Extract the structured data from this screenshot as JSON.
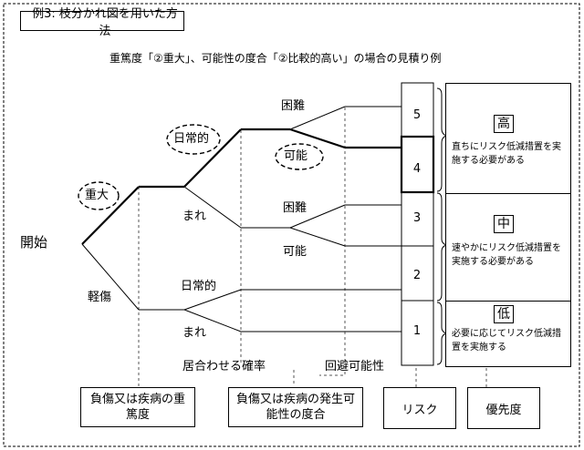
{
  "header": {
    "example_title": "例3: 枝分かれ図を用いた方法",
    "subtitle": "重篤度「②重大」、可能性の度合「②比較的高い」の場合の見積り例"
  },
  "tree": {
    "start_label": "開始",
    "severity_major": "重大",
    "severity_minor": "軽傷",
    "freq_daily": "日常的",
    "freq_rare": "まれ",
    "avoid_difficult": "困難",
    "avoid_possible": "可能",
    "lower_daily": "日常的",
    "lower_rare": "まれ",
    "mid_difficult": "困難",
    "mid_possible": "可能"
  },
  "risk_levels": [
    "5",
    "4",
    "3",
    "2",
    "1"
  ],
  "priorities": [
    {
      "level": "高",
      "description": "直ちにリスク低減措置を実施する必要がある"
    },
    {
      "level": "中",
      "description": "速やかにリスク低減措置を実施する必要がある"
    },
    {
      "level": "低",
      "description": "必要に応じてリスク低減措置を実施する"
    }
  ],
  "axis_labels": {
    "occurrence_probability": "居合わせる確率",
    "avoidability": "回避可能性"
  },
  "footer_boxes": {
    "severity": "負傷又は疾病の重篤度",
    "likelihood": "負傷又は疾病の発生可能性の度合",
    "risk": "リスク",
    "priority": "優先度"
  }
}
